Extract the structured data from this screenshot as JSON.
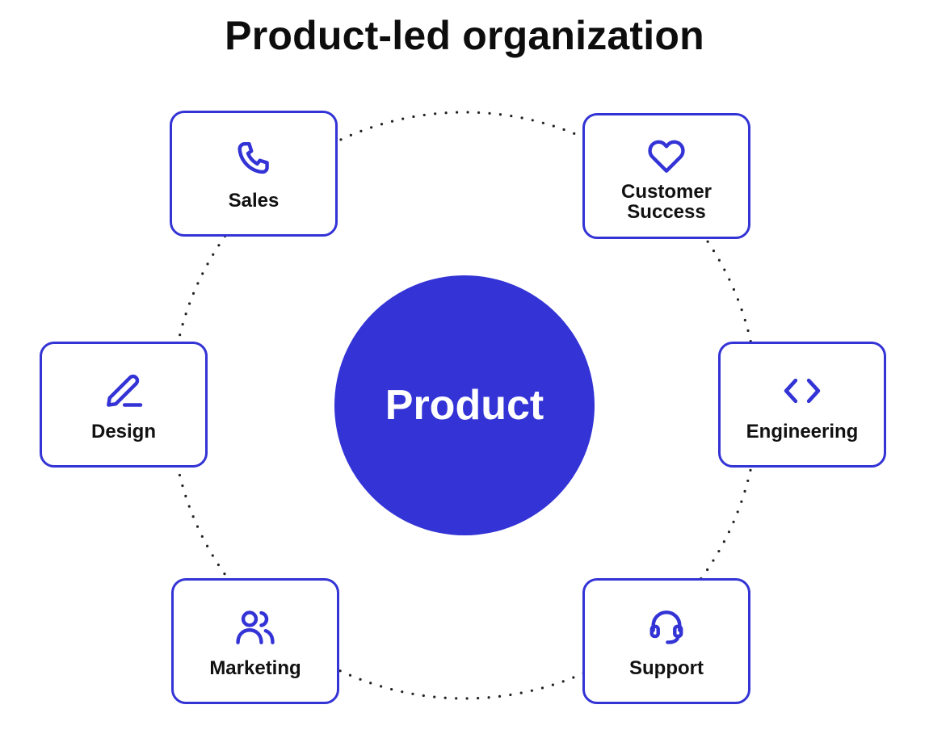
{
  "title": "Product-led organization",
  "accent_color": "#3333d6",
  "hub": {
    "label": "Product",
    "color": "#3333d6"
  },
  "nodes": [
    {
      "id": "sales",
      "label": "Sales",
      "icon": "phone-icon"
    },
    {
      "id": "customer_success",
      "label_line1": "Customer",
      "label_line2": "Success",
      "icon": "heart-icon"
    },
    {
      "id": "design",
      "label": "Design",
      "icon": "pen-icon"
    },
    {
      "id": "engineering",
      "label": "Engineering",
      "icon": "code-icon"
    },
    {
      "id": "marketing",
      "label": "Marketing",
      "icon": "users-icon"
    },
    {
      "id": "support",
      "label": "Support",
      "icon": "headset-icon"
    }
  ],
  "connector": {
    "style": "dotted",
    "color": "#222222"
  }
}
